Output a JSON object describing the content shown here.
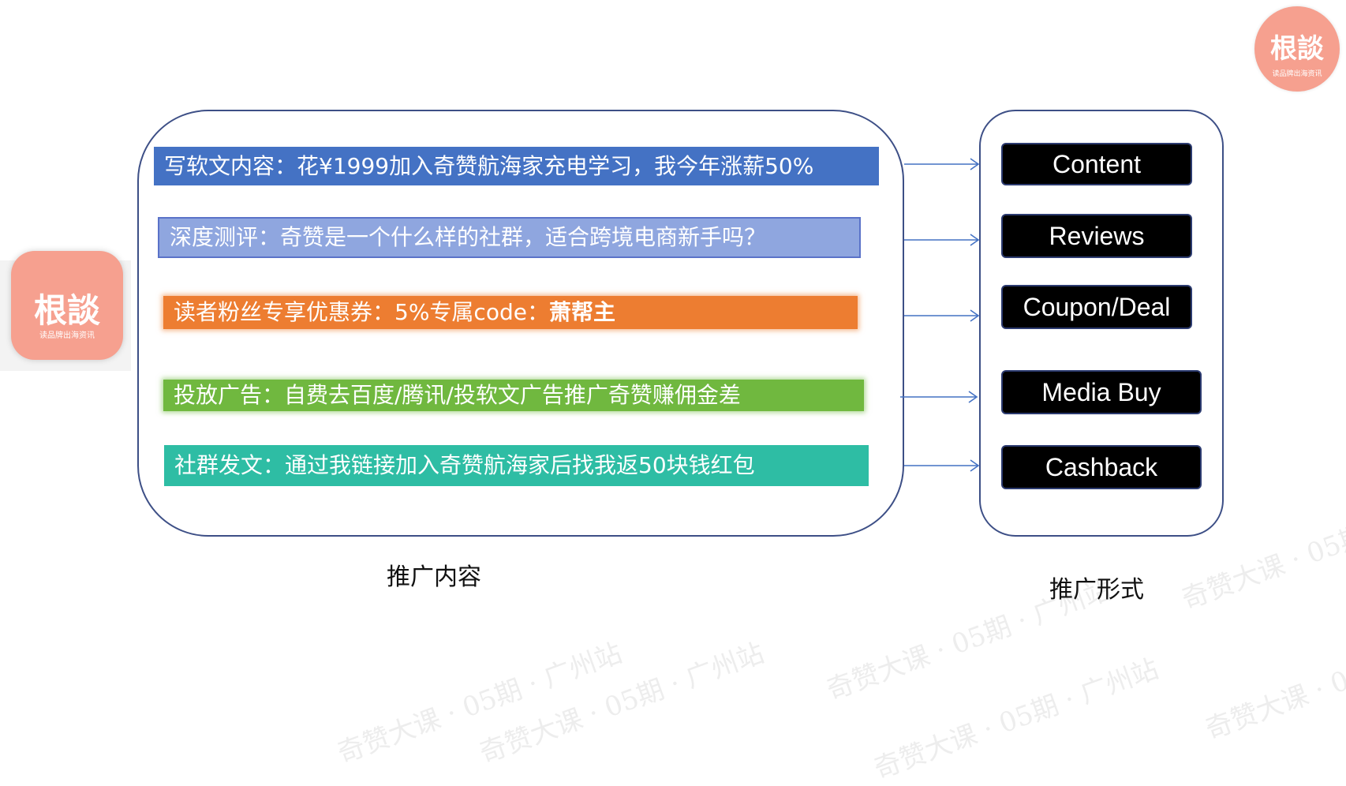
{
  "content_bars": [
    "写软文内容：花¥1999加入奇赞航海家充电学习，我今年涨薪50%",
    "深度测评：奇赞是一个什么样的社群，适合跨境电商新手吗？",
    "读者粉丝专享优惠券：5%专属code：",
    "投放广告：自费去百度/腾讯/投软文广告推广奇赞赚佣金差",
    "社群发文：通过我链接加入奇赞航海家后找我返50块钱红包"
  ],
  "coupon_code": "萧帮主",
  "forms": [
    "Content",
    "Reviews",
    "Coupon/Deal",
    "Media Buy",
    "Cashback"
  ],
  "captions": {
    "left": "推广内容",
    "right": "推广形式"
  },
  "logo": {
    "main": "根談",
    "sub": "读品牌出海资讯"
  },
  "watermark": "奇赞大课 · 05期 · 广州站",
  "colors": {
    "bar_blue": "#4472c4",
    "bar_light_blue": "#8fa6df",
    "bar_orange": "#ed7d31",
    "bar_green": "#70b83f",
    "bar_teal": "#2ebda4",
    "arrow": "#4472c4",
    "logo": "#f6a08f"
  }
}
